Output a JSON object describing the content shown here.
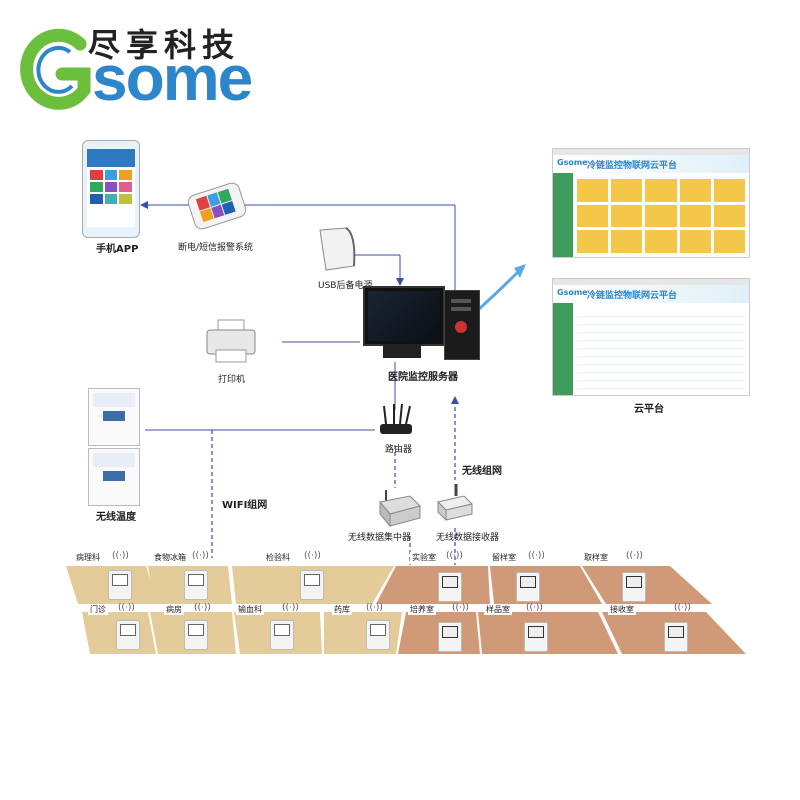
{
  "brand": {
    "chinese_name": "尽享科技",
    "logo_g": "G",
    "logo_rest": "some"
  },
  "colors": {
    "brand_blue": "#2c86c9",
    "brand_green": "#6cbf3c",
    "line_blue": "#3b4ea8",
    "cloud_arrow": "#5aa9e6",
    "zone_beige": "#e4cc9a",
    "zone_brown": "#d09a78",
    "platform_green": "#3e9b5c"
  },
  "nodes": {
    "phone_app": "手机APP",
    "sms_system": "断电/短信报警系统",
    "usb_power": "USB后备电源",
    "printer": "打印机",
    "server": "医院监控服务器",
    "router": "路由器",
    "wireless_temp": "无线温度",
    "concentrator": "无线数据集中器",
    "receiver": "无线数据接收器",
    "cloud": "云平台"
  },
  "links": {
    "wifi_net": "WIFI组网",
    "wireless_net": "无线组网"
  },
  "cloud_screens": {
    "top_title": "冷链监控物联网云平台",
    "bottom_title": "冷链监控物联网云平台"
  },
  "rooms": {
    "row1": [
      "病理科",
      "食物冰箱",
      "检验科",
      "实验室",
      "留样室",
      "取样室"
    ],
    "row2": [
      "门诊",
      "病房",
      "输血科",
      "药库",
      "培养室",
      "样品室",
      "接收室"
    ]
  },
  "icons": [
    "wifi-icon",
    "sensor-icon",
    "monitor-icon",
    "tower-icon",
    "printer-icon",
    "router-icon",
    "phone-icon",
    "fridge-icon",
    "power-bank-icon",
    "arrow-icon"
  ]
}
